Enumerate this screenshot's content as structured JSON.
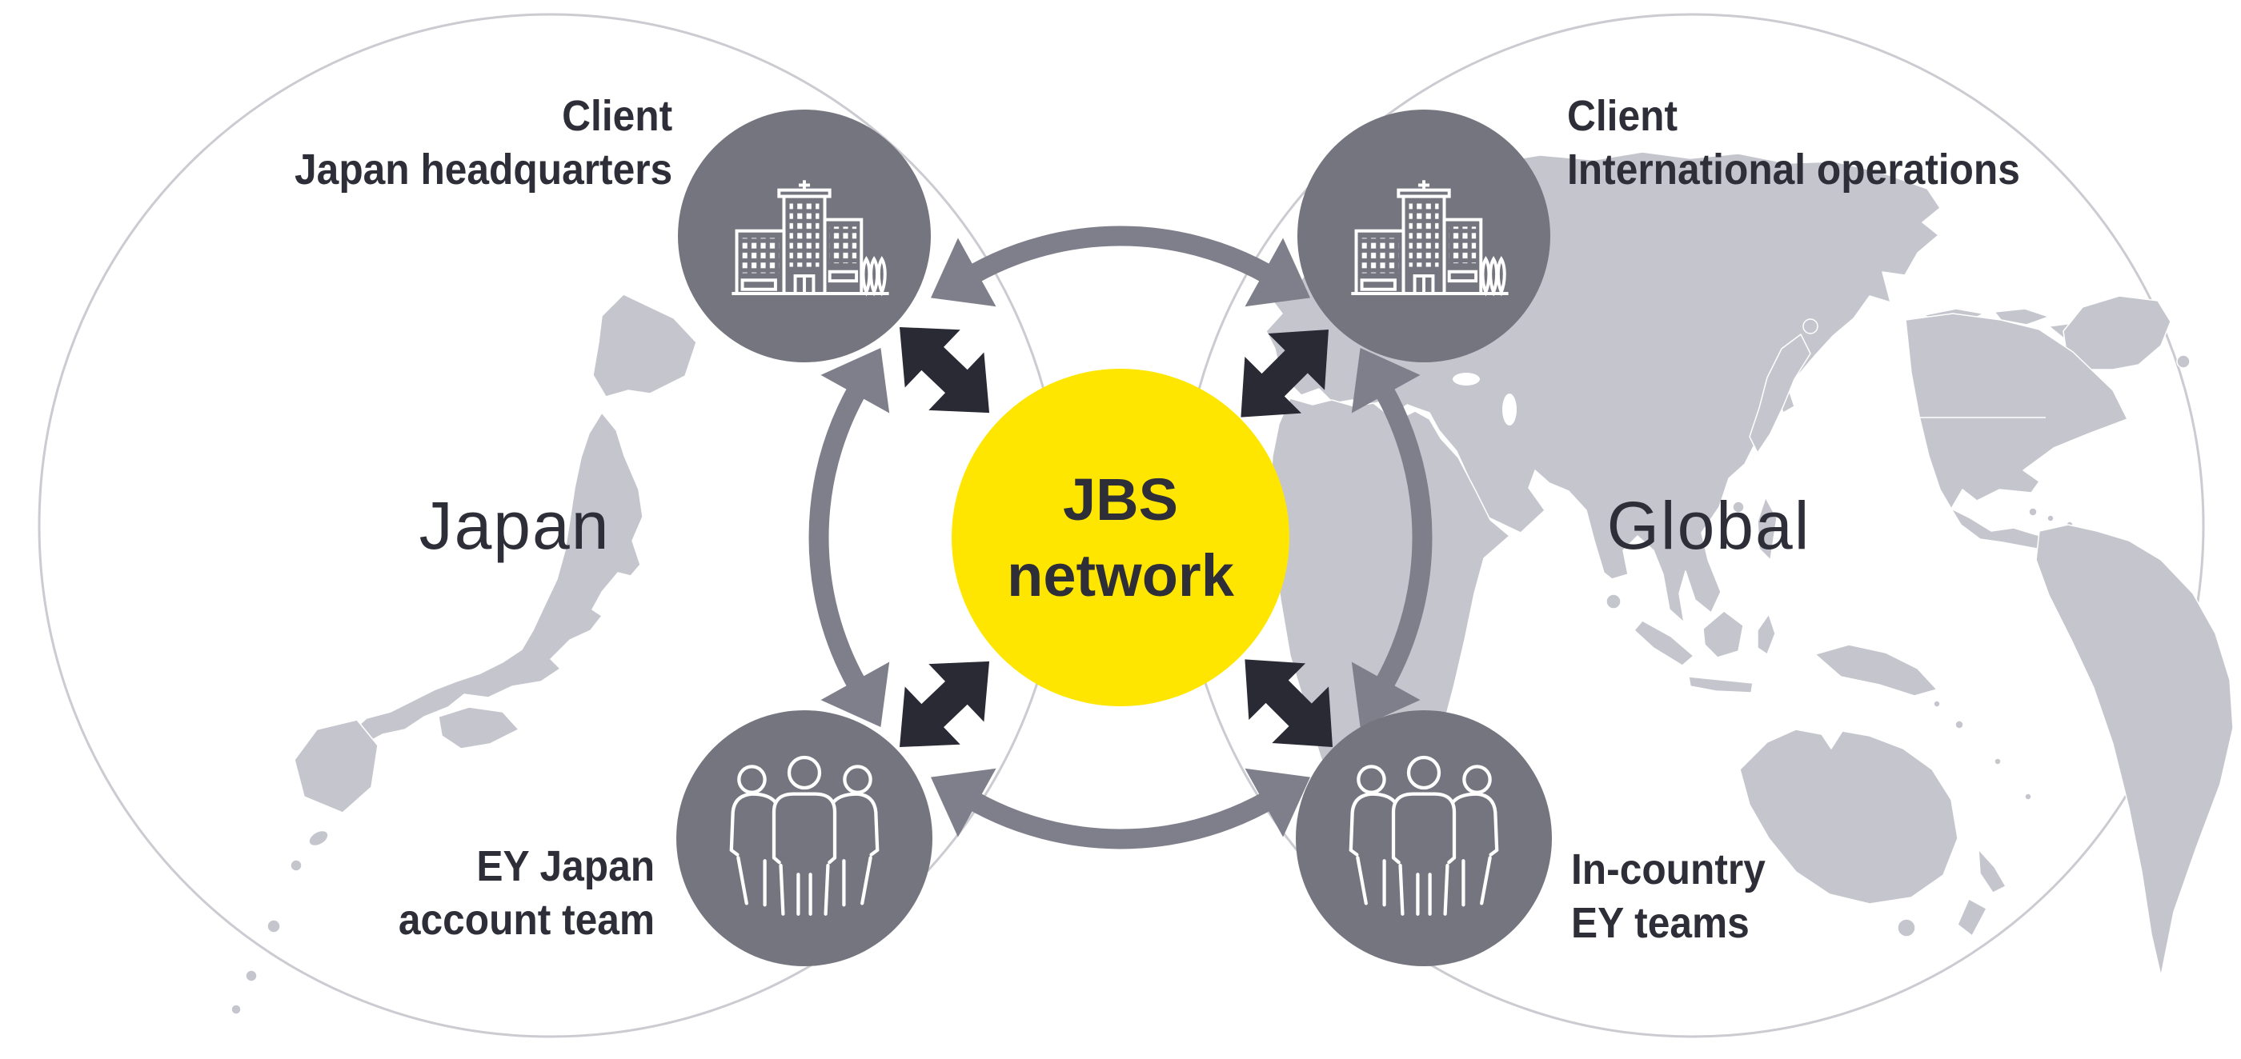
{
  "diagram_title": "JBS network",
  "colors": {
    "background": "#FFFFFF",
    "accent_yellow": "#FFE600",
    "ink_dark": "#2E2E38",
    "dark_arrow": "#2A2A35",
    "node_circle_gray": "#75757F",
    "curved_arrow_gray": "#7F7F8B",
    "map_gray": "#C5C5CE",
    "outline_circle_gray": "#CBCBD1"
  },
  "center": {
    "line1": "JBS",
    "line2": "network"
  },
  "regions": {
    "left": "Japan",
    "right": "Global"
  },
  "nodes": {
    "client_japan_hq": {
      "line1": "Client",
      "line2": "Japan headquarters",
      "icon": "building-icon"
    },
    "client_international_operations": {
      "line1": "Client",
      "line2": "International operations",
      "icon": "building-icon"
    },
    "ey_japan_account_team": {
      "line1": "EY Japan",
      "line2": "account team",
      "icon": "people-icon"
    },
    "in_country_ey_teams": {
      "line1": "In-country",
      "line2": "EY teams",
      "icon": "people-icon"
    }
  }
}
